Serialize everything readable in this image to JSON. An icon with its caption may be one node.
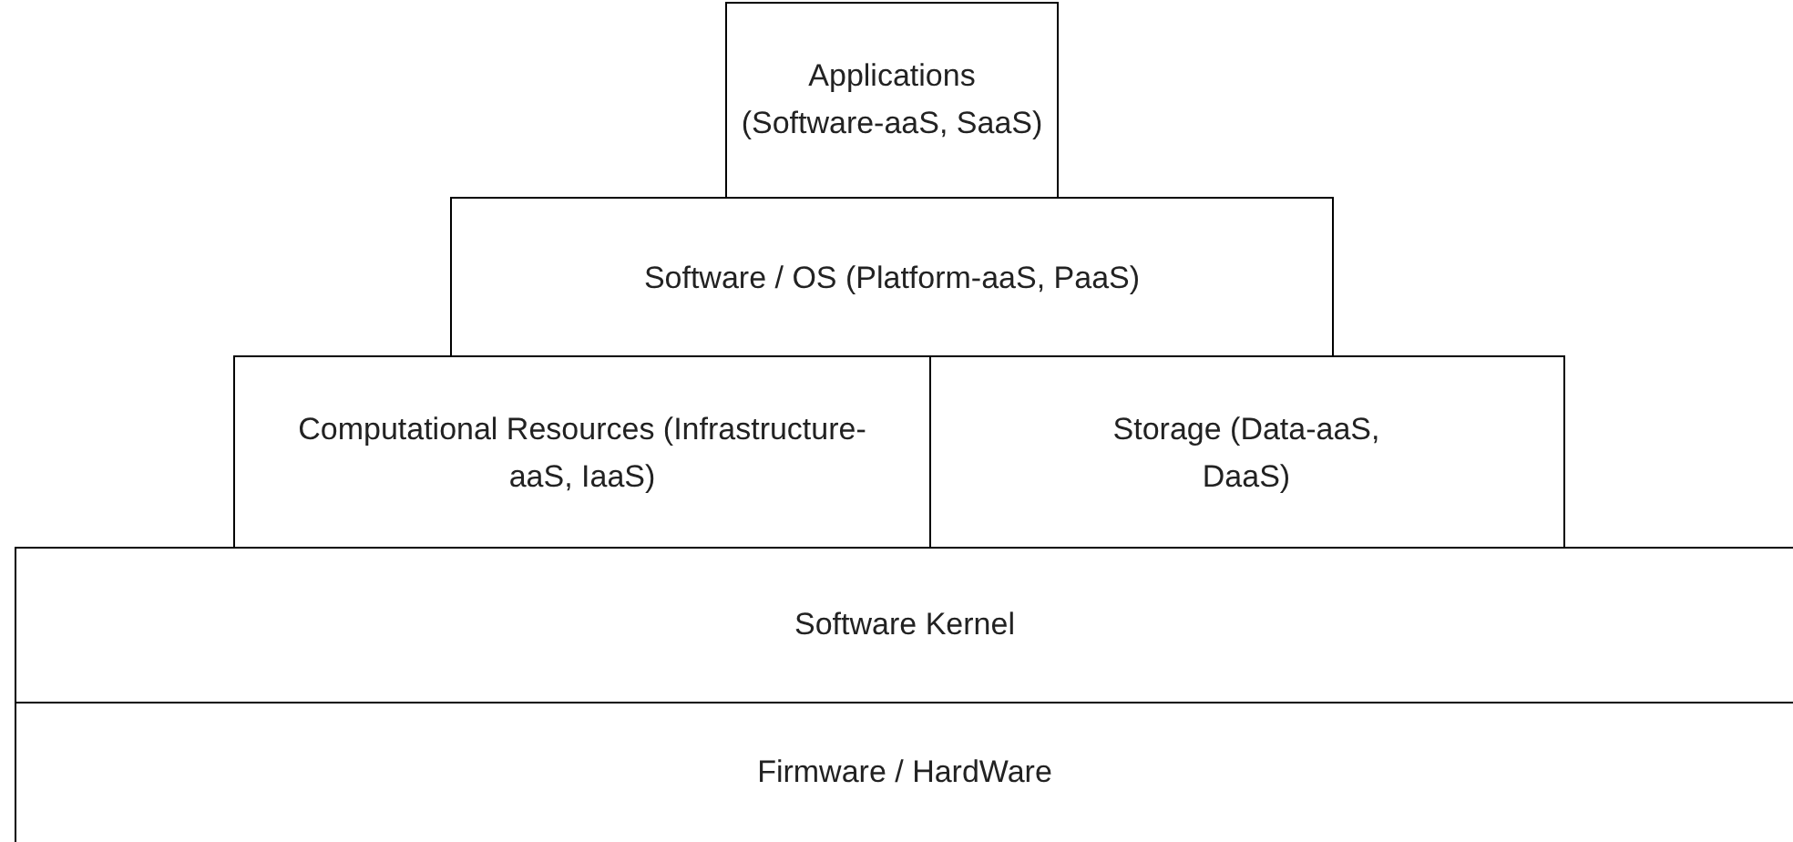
{
  "diagram": {
    "nodes": [
      {
        "text": [
          "Applications (Software-aaS, SaaS)"
        ]
      },
      {
        "text": [
          "Software / OS (Platform-aaS, PaaS)"
        ]
      },
      {
        "text": [
          "Computational Resources (Infrastructure-aaS, IaaS)"
        ]
      },
      {
        "text": [
          "Storage (Data-aaS, DaaS)"
        ]
      },
      {
        "text": [
          "Software Kernel"
        ]
      },
      {
        "text": [
          "Firmware / HardWare"
        ]
      }
    ]
  }
}
